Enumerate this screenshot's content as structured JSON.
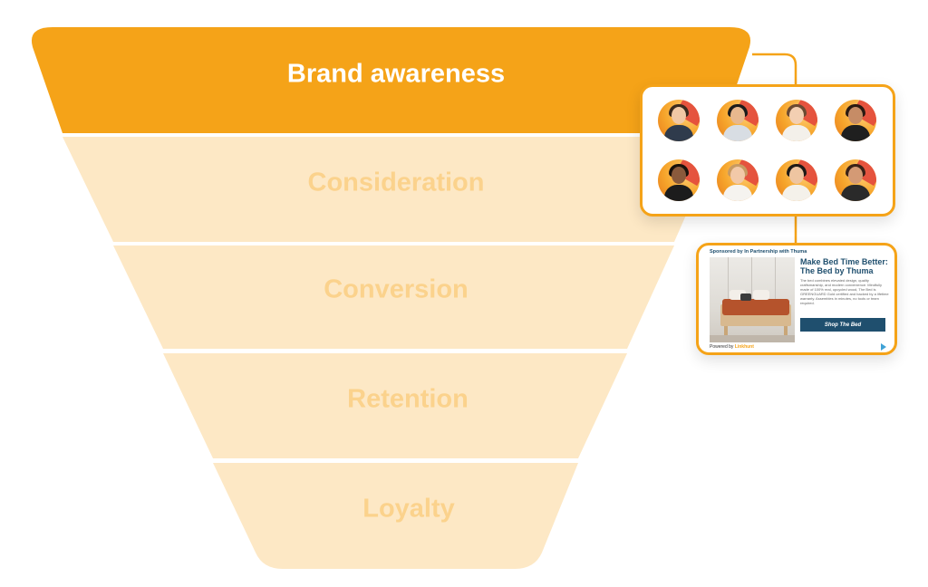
{
  "funnel": {
    "stages": [
      {
        "label": "Brand awareness",
        "active": true
      },
      {
        "label": "Consideration",
        "active": false
      },
      {
        "label": "Conversion",
        "active": false
      },
      {
        "label": "Retention",
        "active": false
      },
      {
        "label": "Loyalty",
        "active": false
      }
    ]
  },
  "colors": {
    "accent": "#f5a318",
    "stage_muted_fill": "#fde8c5",
    "stage_muted_text": "#fbd28c",
    "connector": "#f5a318",
    "ad_primary": "#1f4f6e"
  },
  "people_card": {
    "avatars": [
      {
        "icon": "person-avatar-icon",
        "skin": "#f0c8a5",
        "hair": "#3a2a1e",
        "shirt": "#2f3b4c"
      },
      {
        "icon": "person-avatar-icon",
        "skin": "#e8b88e",
        "hair": "#1b1b1b",
        "shirt": "#d8dde3"
      },
      {
        "icon": "person-avatar-icon",
        "skin": "#f3cfb2",
        "hair": "#6b4a32",
        "shirt": "#f3f0ea"
      },
      {
        "icon": "person-avatar-icon",
        "skin": "#c68c66",
        "hair": "#2a1a12",
        "shirt": "#1f1f1f"
      },
      {
        "icon": "person-avatar-icon",
        "skin": "#8a5a3c",
        "hair": "#1a120c",
        "shirt": "#1c1c1c"
      },
      {
        "icon": "person-avatar-icon",
        "skin": "#f2c9a8",
        "hair": "#c79a62",
        "shirt": "#f5f3ef"
      },
      {
        "icon": "person-avatar-icon",
        "skin": "#eec5a1",
        "hair": "#1e1a17",
        "shirt": "#f4f1ea"
      },
      {
        "icon": "person-avatar-icon",
        "skin": "#d49a75",
        "hair": "#3a2218",
        "shirt": "#2a2a2a"
      }
    ]
  },
  "ad_card": {
    "sponsored": "Sponsored by In Partnership with Thuma",
    "headline": "Make Bed Time Better: The Bed by Thuma",
    "body": "The bed combines elevated design, quality craftsmanship, and modern convenience. Mindfully made of 100% real, upcycled wood, The Bed is GREENGUARD Gold certified and backed by a lifetime warranty. Assembles in minutes, no tools or team required.",
    "button": "Shop The Bed",
    "powered_prefix": "Powered by",
    "powered_brand": "Linkhunt",
    "image_icon": "bed-photo-icon",
    "play_icon": "ad-choices-play-icon"
  }
}
